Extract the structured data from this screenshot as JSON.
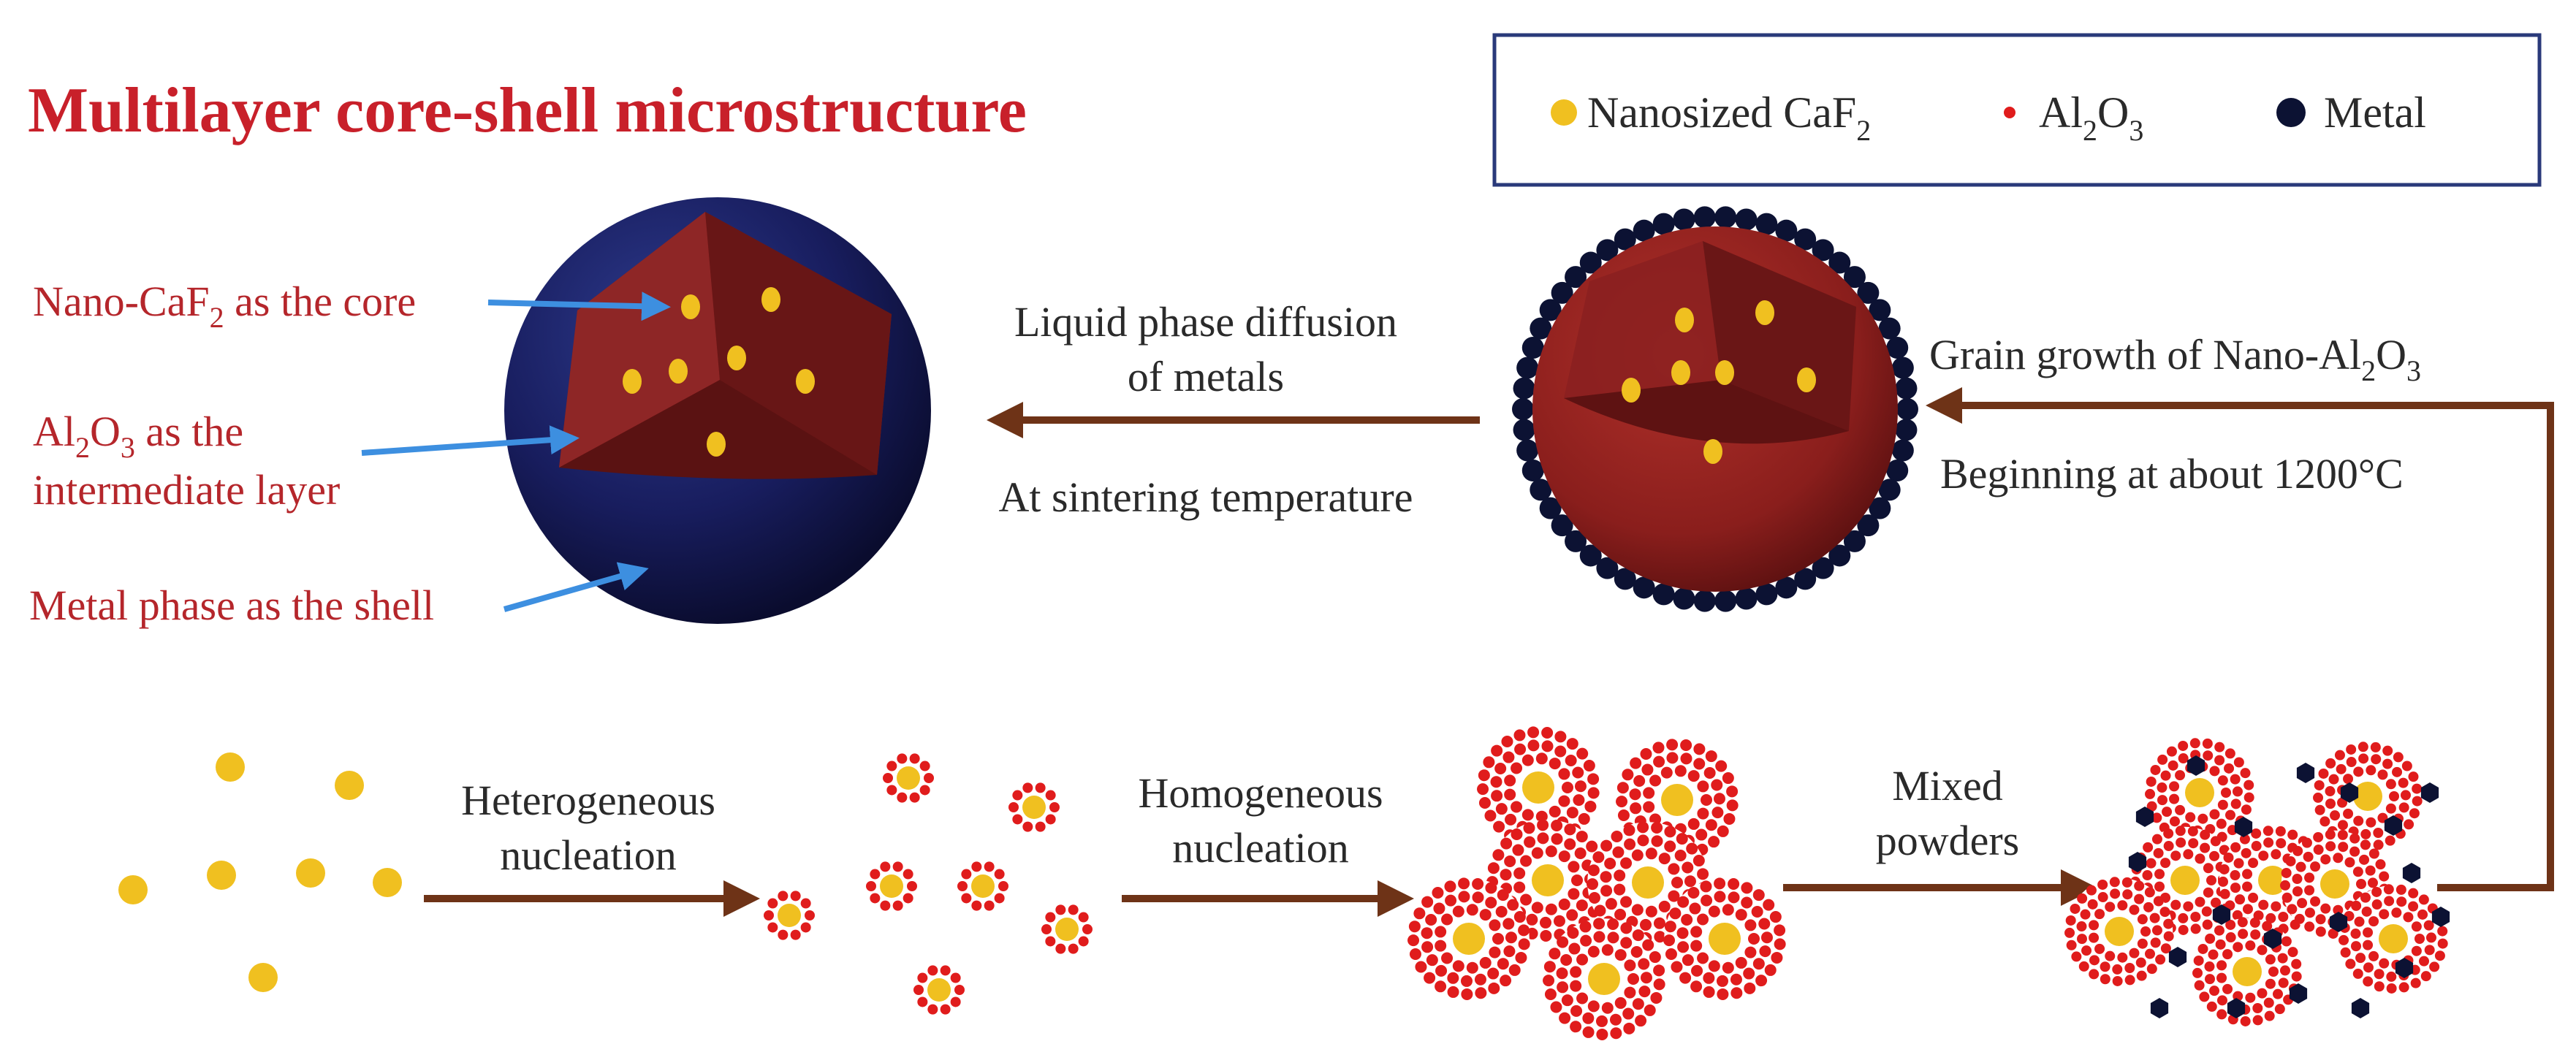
{
  "title": "Multilayer core-shell microstructure",
  "colors": {
    "title_red": "#c8202a",
    "label_red": "#b5262b",
    "text_dark": "#2a2a2a",
    "arrow_brown": "#6e3317",
    "pointer_blue": "#3d8fe0",
    "legend_border": "#2a3a7a",
    "caf2_yellow": "#f0c020",
    "al2o3_red": "#e01c1c",
    "metal_navy": "#0c1233",
    "shell_navy": "#161a55"
  },
  "legend": {
    "items": [
      {
        "icon": "caf2-dot-icon",
        "label": "Nanosized CaF",
        "sub": "2"
      },
      {
        "icon": "al2o3-dot-icon",
        "label": "Al",
        "sub": "2",
        "label2": "O",
        "sub2": "3"
      },
      {
        "icon": "metal-dot-icon",
        "label": "Metal"
      }
    ]
  },
  "core_labels": {
    "core": {
      "text": "Nano-CaF",
      "sub": "2",
      "text2": " as the core"
    },
    "intermediate": {
      "text": "Al",
      "sub": "2",
      "text2": "O",
      "sub2": "3",
      "text3": " as the",
      "line2": "intermediate layer"
    },
    "shell": "Metal phase as the shell"
  },
  "process": {
    "liquid_phase": {
      "line1": "Liquid phase diffusion",
      "line2": "of metals",
      "below": "At sintering temperature"
    },
    "grain_growth": {
      "text": "Grain growth of Nano-Al",
      "sub": "2",
      "text2": "O",
      "sub2": "3",
      "below": "Beginning at  about 1200°C"
    },
    "heterogeneous": {
      "line1": "Heterogeneous",
      "line2": "nucleation"
    },
    "homogeneous": {
      "line1": "Homogeneous",
      "line2": "nucleation"
    },
    "mixed": {
      "line1": "Mixed",
      "line2": "powders"
    }
  }
}
